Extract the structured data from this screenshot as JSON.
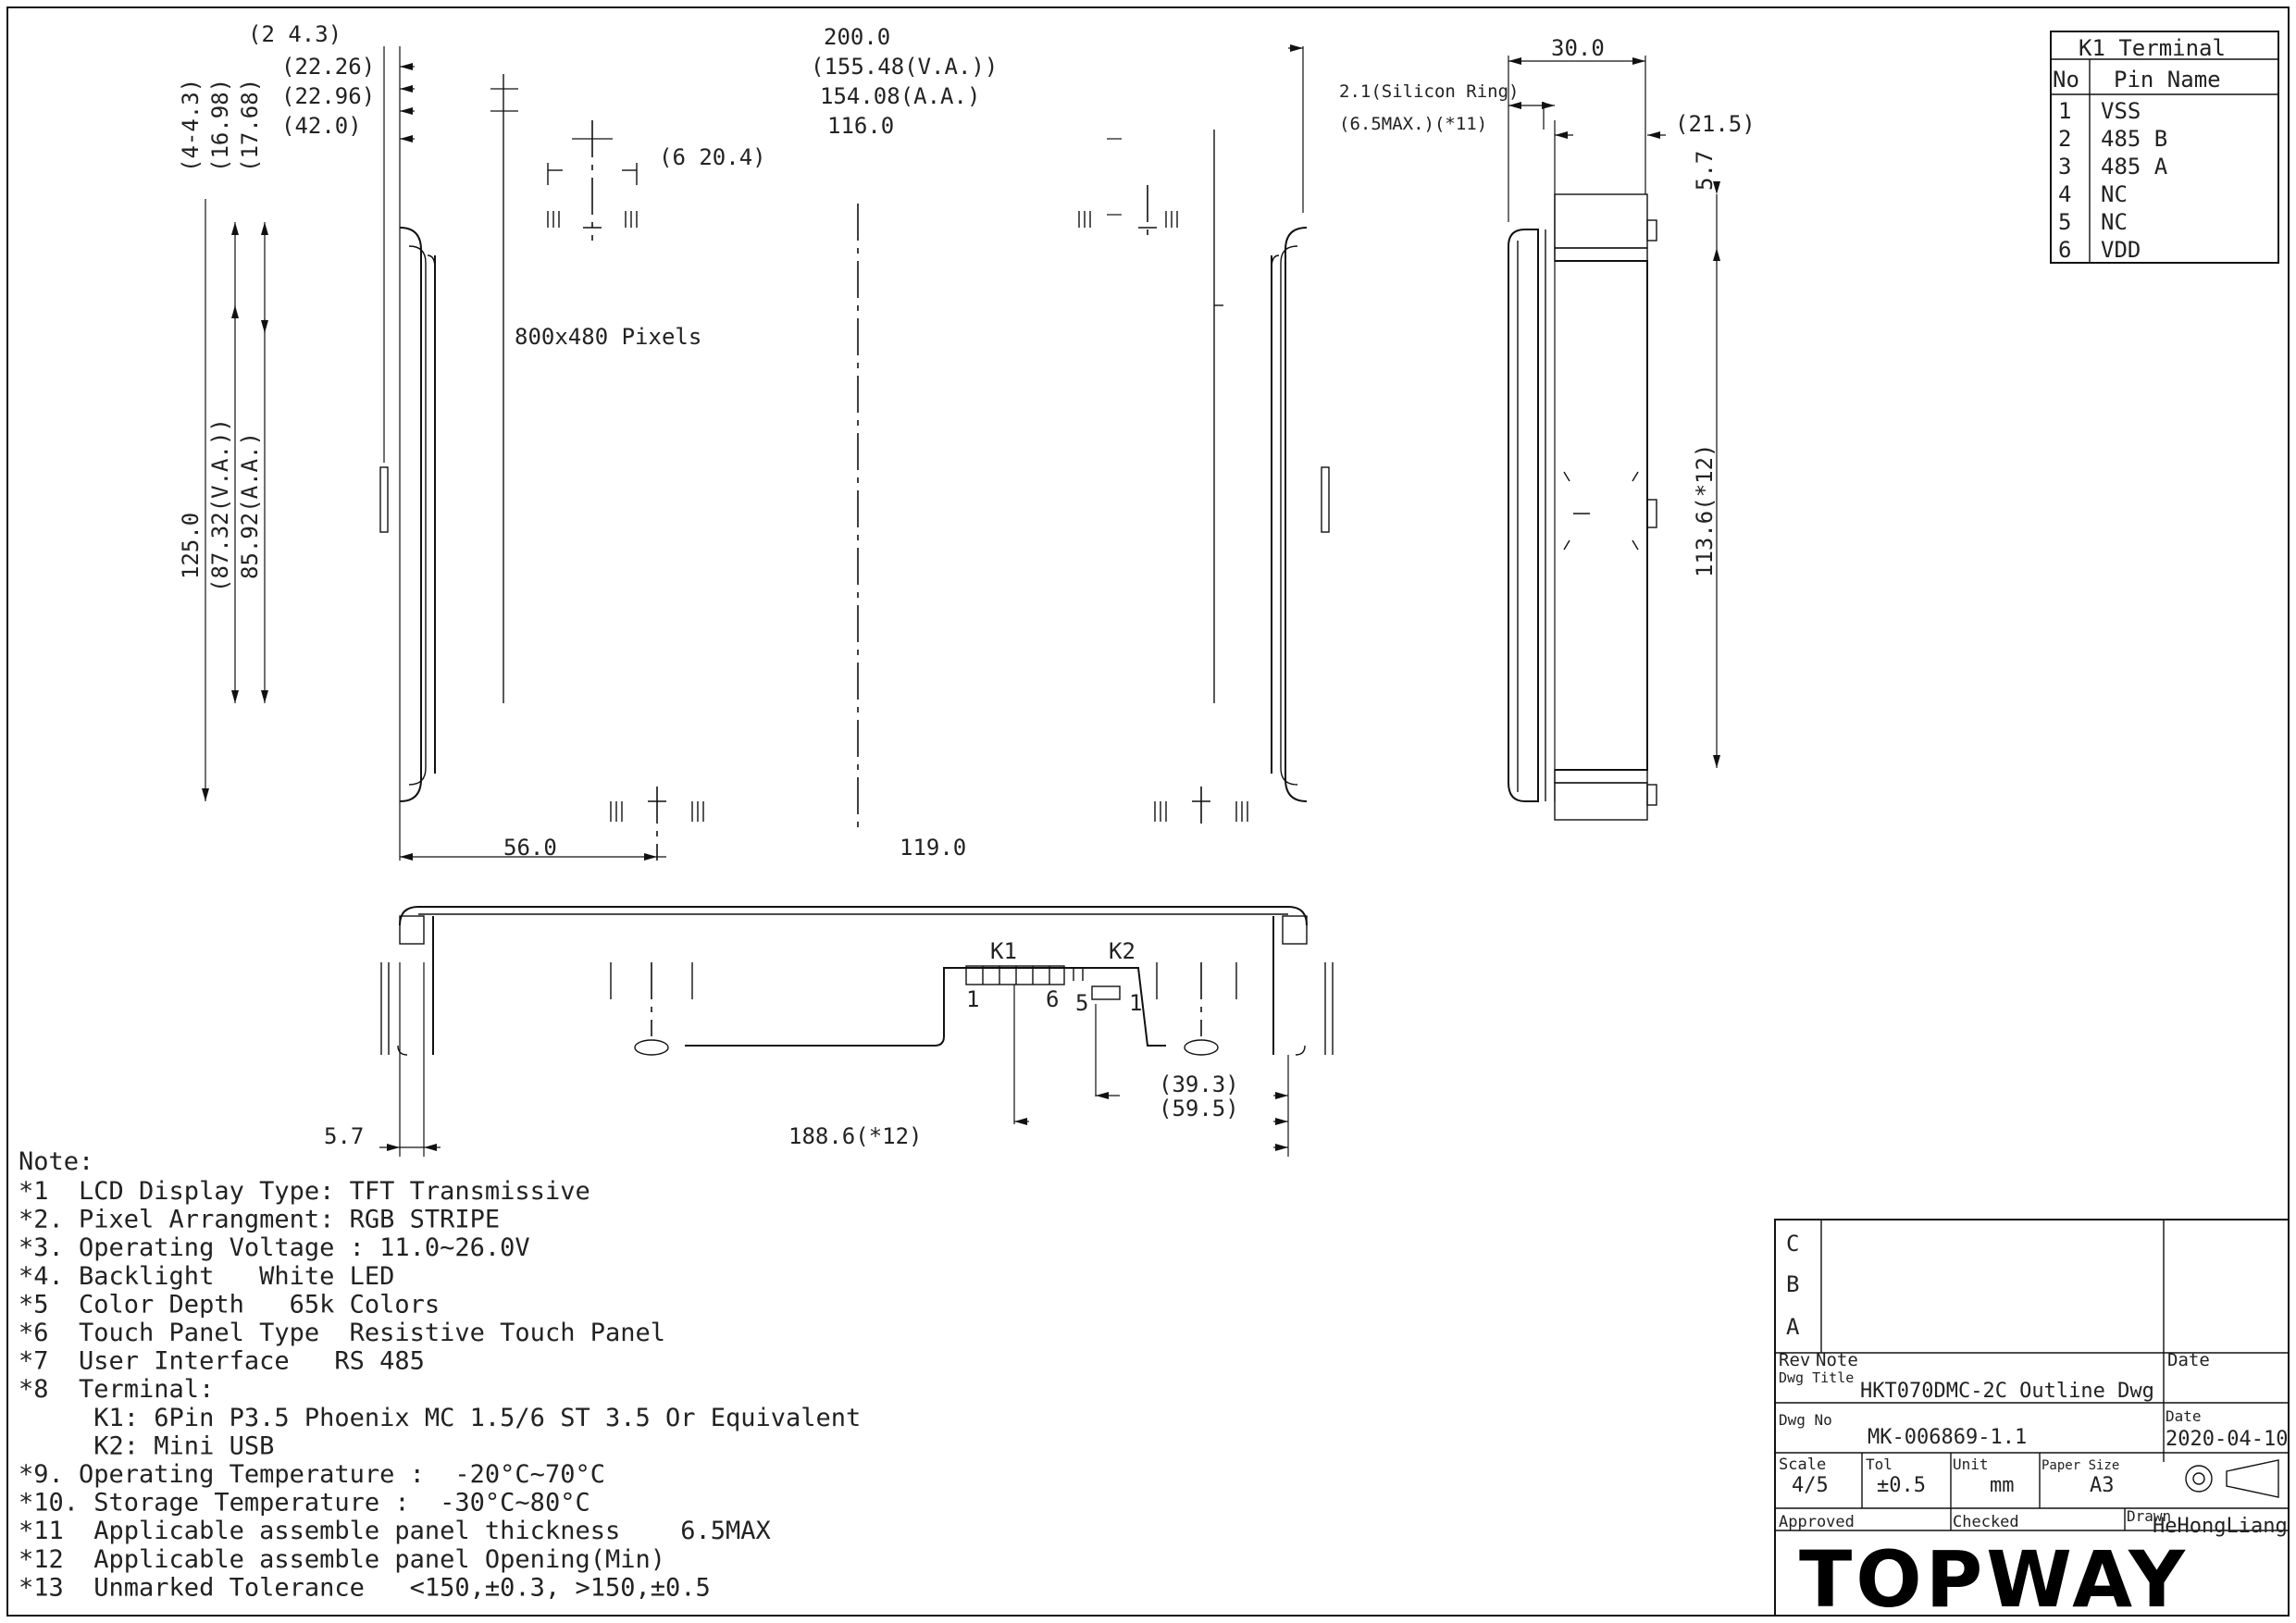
{
  "drawing": {
    "front_dims": {
      "d_2_4_3": "(2 4.3)",
      "d_22_26": "(22.26)",
      "d_22_96": "(22.96)",
      "d_42_0": "(42.0)",
      "d_200": "200.0",
      "d_va": "(155.48(V.A.))",
      "d_aa": "154.08(A.A.)",
      "d_116": "116.0",
      "d_6_20_4": "(6 20.4)",
      "pixels": "800x480 Pixels",
      "d_56": "56.0",
      "d_119": "119.0",
      "v_4_4_3": "(4-4.3)",
      "v_16_98": "(16.98)",
      "v_17_68": "(17.68)",
      "v_125": "125.0",
      "v_87_32": "(87.32(V.A.))",
      "v_85_92": "85.92(A.A.)"
    },
    "side_dims": {
      "silicon": "2.1(Silicon Ring)",
      "max": "(6.5MAX.)(*11)",
      "d_30": "30.0",
      "d_21_5": "(21.5)",
      "v_5_7": "5.7",
      "v_113_6": "113.6(*12)"
    },
    "bottom_dims": {
      "k1": "K1",
      "k2": "K2",
      "pin1a": "1",
      "pin6": "6",
      "pin5": "5",
      "pin1b": "1",
      "d_5_7": "5.7",
      "d_188_6": "188.6(*12)",
      "d_39_3": "(39.3)",
      "d_59_5": "(59.5)"
    }
  },
  "terminal_table": {
    "title": "K1 Terminal",
    "col_no": "No",
    "col_pin": "Pin Name",
    "rows": [
      {
        "no": "1",
        "pin": "VSS"
      },
      {
        "no": "2",
        "pin": "485 B"
      },
      {
        "no": "3",
        "pin": "485 A"
      },
      {
        "no": "4",
        "pin": "NC"
      },
      {
        "no": "5",
        "pin": "NC"
      },
      {
        "no": "6",
        "pin": "VDD"
      }
    ]
  },
  "notes": {
    "heading": "Note:",
    "items": [
      "*1  LCD Display Type: TFT Transmissive",
      "*2. Pixel Arrangment: RGB STRIPE",
      "*3. Operating Voltage : 11.0~26.0V",
      "*4. Backlight   White LED",
      "*5  Color Depth   65k Colors",
      "*6  Touch Panel Type  Resistive Touch Panel",
      "*7  User Interface   RS 485",
      "*8  Terminal:",
      "     K1: 6Pin P3.5 Phoenix MC 1.5/6 ST 3.5 Or Equivalent",
      "     K2: Mini USB",
      "*9. Operating Temperature :  -20°C~70°C",
      "*10. Storage Temperature :  -30°C~80°C",
      "*11  Applicable assemble panel thickness    6.5MAX",
      "*12  Applicable assemble panel Opening(Min)",
      "*13  Unmarked Tolerance   <150,±0.3, >150,±0.5"
    ]
  },
  "title_block": {
    "rev_c": "C",
    "rev_b": "B",
    "rev_a": "A",
    "rev_label": "Rev",
    "note_label": "Note",
    "date_label": "Date",
    "dwg_title_label": "Dwg Title",
    "dwg_title": "HKT070DMC-2C  Outline Dwg",
    "dwg_no_label": "Dwg No",
    "dwg_no": "MK-006869-1.1",
    "date_label2": "Date",
    "date": "2020-04-10",
    "scale_label": "Scale",
    "scale": "4/5",
    "tol_label": "Tol",
    "tol": "±0.5",
    "unit_label": "Unit",
    "unit": "mm",
    "paper_label": "Paper Size",
    "paper": "A3",
    "approved_label": "Approved",
    "checked_label": "Checked",
    "drawn_label": "Drawn",
    "drawn": "HeHongLiang",
    "logo": "TOPWAY"
  }
}
